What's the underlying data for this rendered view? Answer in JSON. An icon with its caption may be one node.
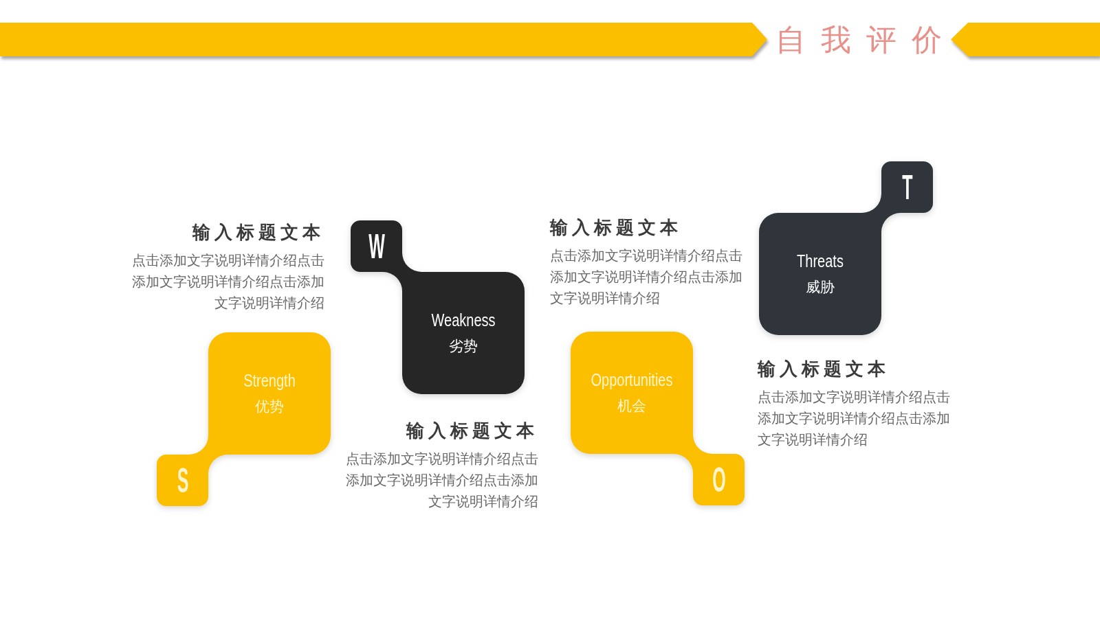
{
  "diagram": {
    "title": "自我评价",
    "nodes": [
      {
        "text": [
          "S",
          "Strength",
          "优势"
        ],
        "beside": [
          "输入标题文本",
          "点击添加文字说明详情介绍点击添加文字说明详情介绍点击添加文字说明详情介绍"
        ]
      },
      {
        "text": [
          "W",
          "Weakness",
          "劣势"
        ],
        "beside": [
          "输入标题文本",
          "点击添加文字说明详情介绍点击添加文字说明详情介绍点击添加文字说明详情介绍"
        ]
      },
      {
        "text": [
          "O",
          "Opportunities",
          "机会"
        ],
        "beside": [
          "输入标题文本",
          "点击添加文字说明详情介绍点击添加文字说明详情介绍点击添加文字说明详情介绍"
        ]
      },
      {
        "text": [
          "T",
          "Threats",
          "威胁"
        ],
        "beside": [
          "输入标题文本",
          "点击添加文字说明详情介绍点击添加文字说明详情介绍点击添加文字说明详情介绍"
        ]
      }
    ]
  }
}
